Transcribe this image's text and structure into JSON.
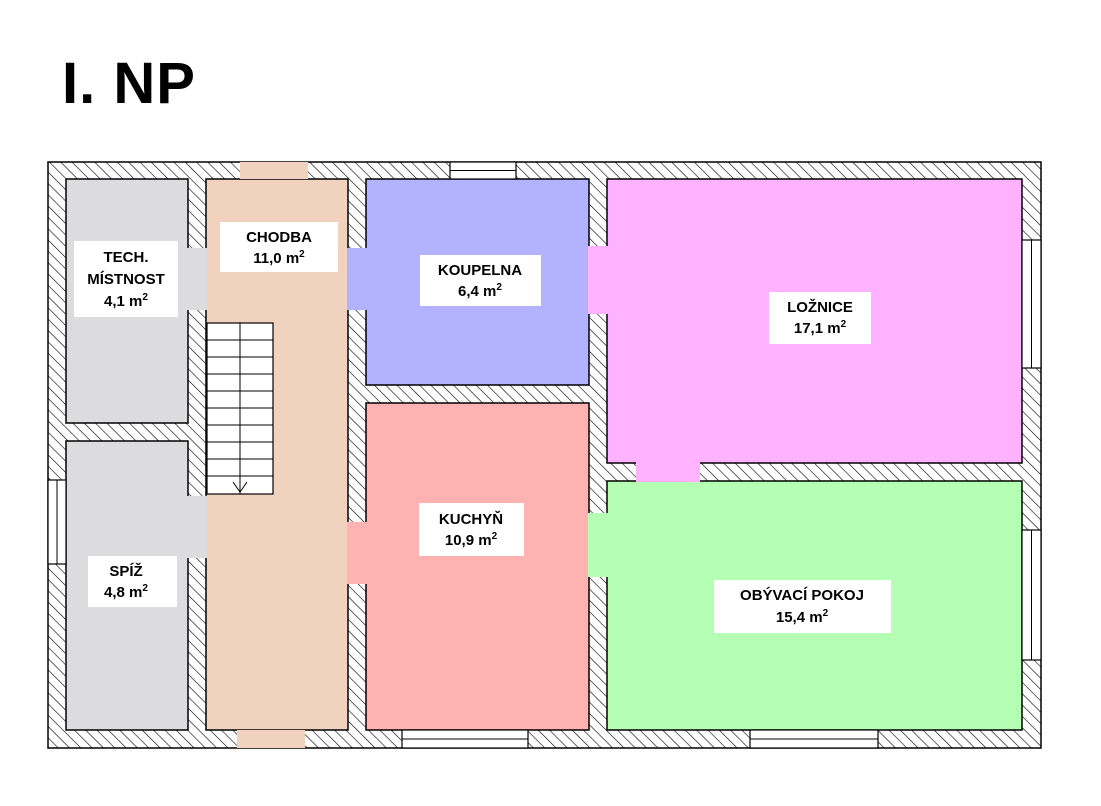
{
  "title": "I. NP",
  "colors": {
    "wall_hatch": "#000000",
    "tech": "#dcdcde",
    "spiz": "#dcdcde",
    "chodba": "#f0d2bf",
    "koupelna": "#b2b2ff",
    "kuchyn": "#ffb2b2",
    "loznice": "#ffb2ff",
    "obyvaci": "#b4ffb4"
  },
  "rooms": {
    "tech": {
      "name_line1": "TECH.",
      "name_line2": "MÍSTNOST",
      "area": "4,1 m",
      "unit_exp": "2"
    },
    "chodba": {
      "name": "CHODBA",
      "area": "11,0 m",
      "unit_exp": "2"
    },
    "koupelna": {
      "name": "KOUPELNA",
      "area": "6,4 m",
      "unit_exp": "2"
    },
    "loznice": {
      "name": "LOŽNICE",
      "area": "17,1 m",
      "unit_exp": "2"
    },
    "spiz": {
      "name": "SPÍŽ",
      "area": "4,8 m",
      "unit_exp": "2"
    },
    "kuchyn": {
      "name": "KUCHYŇ",
      "area": "10,9 m",
      "unit_exp": "2"
    },
    "obyvaci": {
      "name": "OBÝVACÍ POKOJ",
      "area": "15,4 m",
      "unit_exp": "2"
    }
  }
}
